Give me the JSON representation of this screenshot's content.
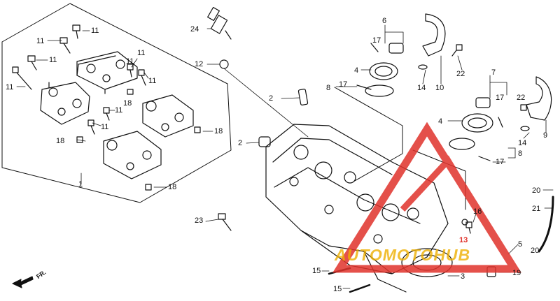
{
  "diagram": {
    "direction_label": "FR.",
    "watermark": "AUTOMOTOHUB",
    "labels": [
      {
        "id": "l24",
        "text": "24"
      },
      {
        "id": "l11a",
        "text": "11"
      },
      {
        "id": "l11b",
        "text": "11"
      },
      {
        "id": "l11c",
        "text": "11"
      },
      {
        "id": "l11d",
        "text": "11"
      },
      {
        "id": "l11e",
        "text": "11"
      },
      {
        "id": "l11f",
        "text": "11"
      },
      {
        "id": "l11g",
        "text": "11"
      },
      {
        "id": "l11h",
        "text": "11"
      },
      {
        "id": "l11i",
        "text": "11"
      },
      {
        "id": "l12",
        "text": "12"
      },
      {
        "id": "l18a",
        "text": "18"
      },
      {
        "id": "l18b",
        "text": "18"
      },
      {
        "id": "l18c",
        "text": "18"
      },
      {
        "id": "l18d",
        "text": "18"
      },
      {
        "id": "l1",
        "text": "1"
      },
      {
        "id": "l2a",
        "text": "2"
      },
      {
        "id": "l2b",
        "text": "2"
      },
      {
        "id": "l6",
        "text": "6"
      },
      {
        "id": "l17a",
        "text": "17"
      },
      {
        "id": "l4a",
        "text": "4"
      },
      {
        "id": "l8a",
        "text": "8"
      },
      {
        "id": "l17b",
        "text": "17"
      },
      {
        "id": "l14a",
        "text": "14"
      },
      {
        "id": "l10",
        "text": "10"
      },
      {
        "id": "l22a",
        "text": "22"
      },
      {
        "id": "l7",
        "text": "7"
      },
      {
        "id": "l17c",
        "text": "17"
      },
      {
        "id": "l22b",
        "text": "22"
      },
      {
        "id": "l9",
        "text": "9"
      },
      {
        "id": "l4b",
        "text": "4"
      },
      {
        "id": "l14b",
        "text": "14"
      },
      {
        "id": "l8b",
        "text": "8"
      },
      {
        "id": "l17d",
        "text": "17"
      },
      {
        "id": "l20a",
        "text": "20"
      },
      {
        "id": "l21",
        "text": "21"
      },
      {
        "id": "l16",
        "text": "16"
      },
      {
        "id": "l13",
        "text": "13"
      },
      {
        "id": "l5",
        "text": "5"
      },
      {
        "id": "l20b",
        "text": "20"
      },
      {
        "id": "l19",
        "text": "19"
      },
      {
        "id": "l3",
        "text": "3"
      },
      {
        "id": "l23",
        "text": "23"
      },
      {
        "id": "l15a",
        "text": "15"
      },
      {
        "id": "l15b",
        "text": "15"
      }
    ]
  }
}
